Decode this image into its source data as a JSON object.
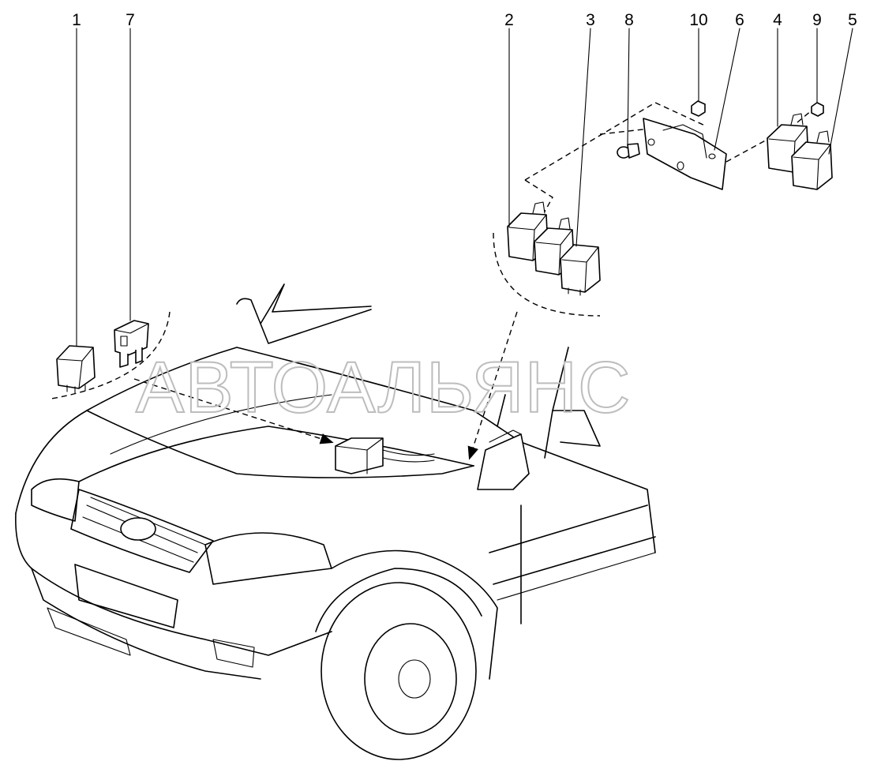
{
  "callouts": [
    {
      "id": "1",
      "text": "1"
    },
    {
      "id": "7",
      "text": "7"
    },
    {
      "id": "2",
      "text": "2"
    },
    {
      "id": "3",
      "text": "3"
    },
    {
      "id": "8",
      "text": "8"
    },
    {
      "id": "10",
      "text": "10"
    },
    {
      "id": "6",
      "text": "6"
    },
    {
      "id": "4",
      "text": "4"
    },
    {
      "id": "9",
      "text": "9"
    },
    {
      "id": "5",
      "text": "5"
    }
  ],
  "watermark": "АВТОАЛЬЯНС",
  "colors": {
    "ink": "#000000",
    "watermark": "#bdbdbd",
    "background": "#ffffff"
  }
}
